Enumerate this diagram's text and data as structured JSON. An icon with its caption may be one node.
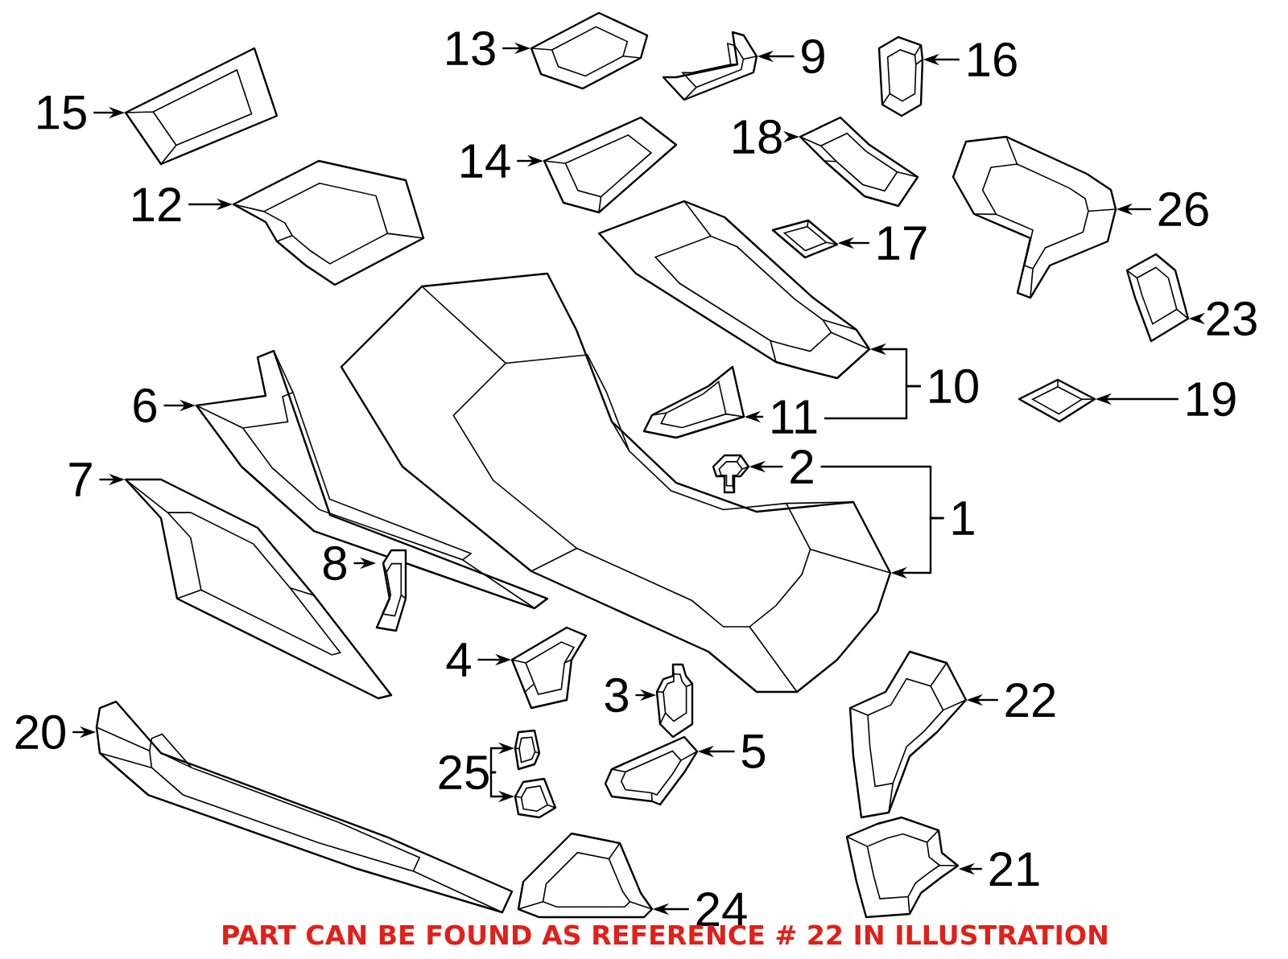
{
  "diagram": {
    "nodes": [
      {
        "text": [
          "13"
        ]
      },
      {
        "text": [],
        "shape": "picture"
      },
      {
        "text": [
          "9"
        ]
      },
      {
        "text": [],
        "shape": "picture"
      },
      {
        "text": [
          "16"
        ]
      },
      {
        "text": [],
        "shape": "picture"
      },
      {
        "text": [
          "15"
        ]
      },
      {
        "text": [],
        "shape": "picture"
      },
      {
        "text": [
          "14"
        ]
      },
      {
        "text": [],
        "shape": "picture"
      },
      {
        "text": [
          "18"
        ]
      },
      {
        "text": [],
        "shape": "picture"
      },
      {
        "text": [
          "12"
        ]
      },
      {
        "text": [],
        "shape": "picture"
      },
      {
        "text": [
          "26"
        ]
      },
      {
        "text": [],
        "shape": "picture"
      },
      {
        "text": [
          "17"
        ]
      },
      {
        "text": [],
        "shape": "picture"
      },
      {
        "text": [
          "23"
        ]
      },
      {
        "text": [],
        "shape": "picture"
      },
      {
        "text": [
          "6"
        ]
      },
      {
        "text": [],
        "shape": "picture"
      },
      {
        "text": [
          "10"
        ]
      },
      {
        "text": [],
        "shape": "picture"
      },
      {
        "text": [
          "11"
        ]
      },
      {
        "text": [],
        "shape": "picture"
      },
      {
        "text": [
          "19"
        ]
      },
      {
        "text": [],
        "shape": "picture"
      },
      {
        "text": [
          "2"
        ]
      },
      {
        "text": [],
        "shape": "picture"
      },
      {
        "text": [
          "7"
        ]
      },
      {
        "text": [],
        "shape": "picture"
      },
      {
        "text": [
          "1"
        ]
      },
      {
        "text": [],
        "shape": "picture"
      },
      {
        "text": [
          "8"
        ]
      },
      {
        "text": [],
        "shape": "picture"
      },
      {
        "text": [
          "4"
        ]
      },
      {
        "text": [],
        "shape": "picture"
      },
      {
        "text": [
          "3"
        ]
      },
      {
        "text": [],
        "shape": "picture"
      },
      {
        "text": [
          "22"
        ]
      },
      {
        "text": [],
        "shape": "picture"
      },
      {
        "text": [
          "20"
        ]
      },
      {
        "text": [],
        "shape": "picture"
      },
      {
        "text": [
          "25"
        ]
      },
      {
        "text": [],
        "shape": "picture"
      },
      {
        "text": [],
        "shape": "picture"
      },
      {
        "text": [
          "5"
        ]
      },
      {
        "text": [],
        "shape": "picture"
      },
      {
        "text": [
          "21"
        ]
      },
      {
        "text": [],
        "shape": "picture"
      },
      {
        "text": [
          "24"
        ]
      },
      {
        "text": [],
        "shape": "picture"
      }
    ],
    "edges": [
      {
        "from": 0,
        "to": 1,
        "arrow": "to"
      },
      {
        "from": 2,
        "to": 3,
        "arrow": "to"
      },
      {
        "from": 4,
        "to": 5,
        "arrow": "to"
      },
      {
        "from": 6,
        "to": 7,
        "arrow": "to"
      },
      {
        "from": 8,
        "to": 9,
        "arrow": "to"
      },
      {
        "from": 10,
        "to": 11,
        "arrow": "to"
      },
      {
        "from": 12,
        "to": 13,
        "arrow": "to"
      },
      {
        "from": 14,
        "to": 15,
        "arrow": "to"
      },
      {
        "from": 16,
        "to": 17,
        "arrow": "to"
      },
      {
        "from": 18,
        "to": 19,
        "arrow": "to"
      },
      {
        "from": 20,
        "to": 21,
        "arrow": "to"
      },
      {
        "from": 22,
        "to": 23,
        "arrow": "to"
      },
      {
        "from": 22,
        "to": 24,
        "arrow": "none"
      },
      {
        "from": 24,
        "to": 25,
        "arrow": "to"
      },
      {
        "from": 26,
        "to": 27,
        "arrow": "to"
      },
      {
        "from": 28,
        "to": 29,
        "arrow": "to"
      },
      {
        "from": 30,
        "to": 31,
        "arrow": "to"
      },
      {
        "from": 32,
        "to": 33,
        "arrow": "to"
      },
      {
        "from": 32,
        "to": 28,
        "arrow": "none"
      },
      {
        "from": 34,
        "to": 35,
        "arrow": "to"
      },
      {
        "from": 36,
        "to": 37,
        "arrow": "to"
      },
      {
        "from": 38,
        "to": 39,
        "arrow": "to"
      },
      {
        "from": 40,
        "to": 41,
        "arrow": "to"
      },
      {
        "from": 42,
        "to": 43,
        "arrow": "to"
      },
      {
        "from": 44,
        "to": 45,
        "arrow": "to"
      },
      {
        "from": 44,
        "to": 46,
        "arrow": "to"
      },
      {
        "from": 47,
        "to": 48,
        "arrow": "to"
      },
      {
        "from": 49,
        "to": 50,
        "arrow": "to"
      },
      {
        "from": 51,
        "to": 52,
        "arrow": "to"
      }
    ],
    "labels": [
      "PART CAN BE FOUND AS REFERENCE # 22 IN ILLUSTRATION"
    ]
  }
}
